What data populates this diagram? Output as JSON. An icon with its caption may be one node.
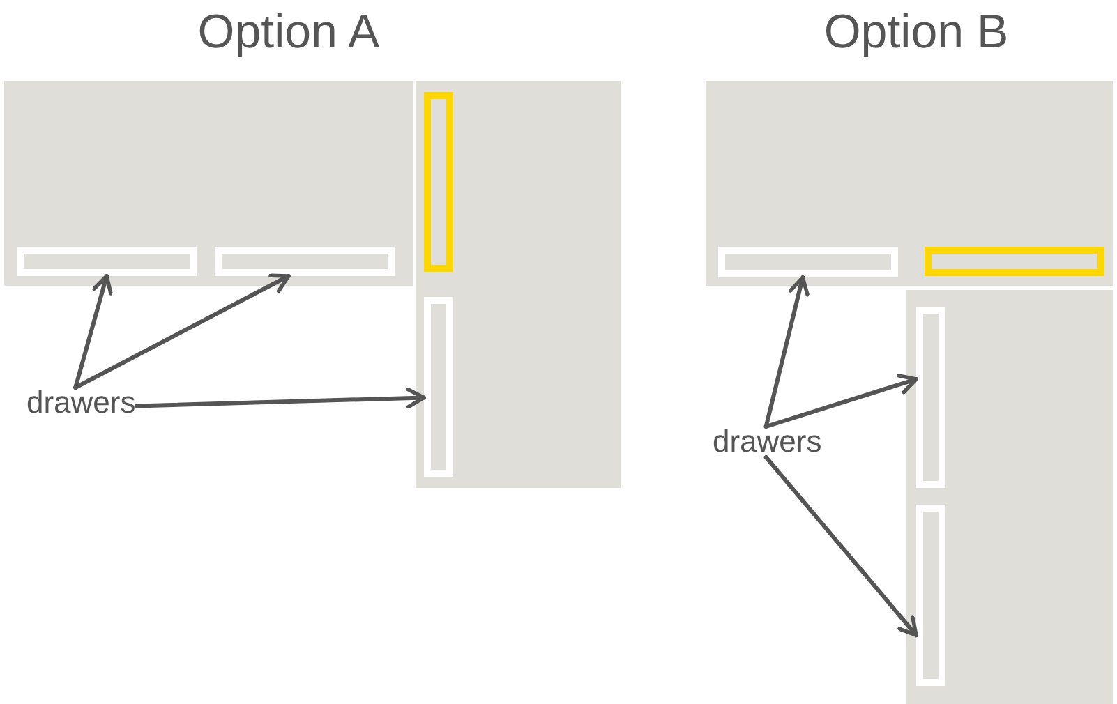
{
  "diagram": {
    "nodes": [
      {
        "text": [],
        "shape": "box"
      },
      {
        "text": [],
        "shape": "box",
        "in": 0
      },
      {
        "text": [],
        "shape": "box",
        "in": 0
      },
      {
        "text": [],
        "shape": "box"
      },
      {
        "text": [],
        "shape": "box",
        "in": 3
      },
      {
        "text": [],
        "shape": "box",
        "in": 3
      },
      {
        "text": [
          "drawers"
        ]
      },
      {
        "text": [],
        "shape": "box"
      },
      {
        "text": [],
        "shape": "box",
        "in": 7
      },
      {
        "text": [],
        "shape": "box",
        "in": 7
      },
      {
        "text": [],
        "shape": "box"
      },
      {
        "text": [],
        "shape": "box",
        "in": 10
      },
      {
        "text": [],
        "shape": "box",
        "in": 10
      },
      {
        "text": [
          "drawers"
        ]
      }
    ],
    "edges": [
      {
        "from": 6,
        "to": 1,
        "arrow": "to"
      },
      {
        "from": 6,
        "to": 2,
        "arrow": "to"
      },
      {
        "from": 6,
        "to": 5,
        "arrow": "to"
      },
      {
        "from": 13,
        "to": 8,
        "arrow": "to"
      },
      {
        "from": 13,
        "to": 11,
        "arrow": "to"
      },
      {
        "from": 13,
        "to": 12,
        "arrow": "to"
      }
    ],
    "labels": [
      "Option A",
      "Option B"
    ]
  }
}
